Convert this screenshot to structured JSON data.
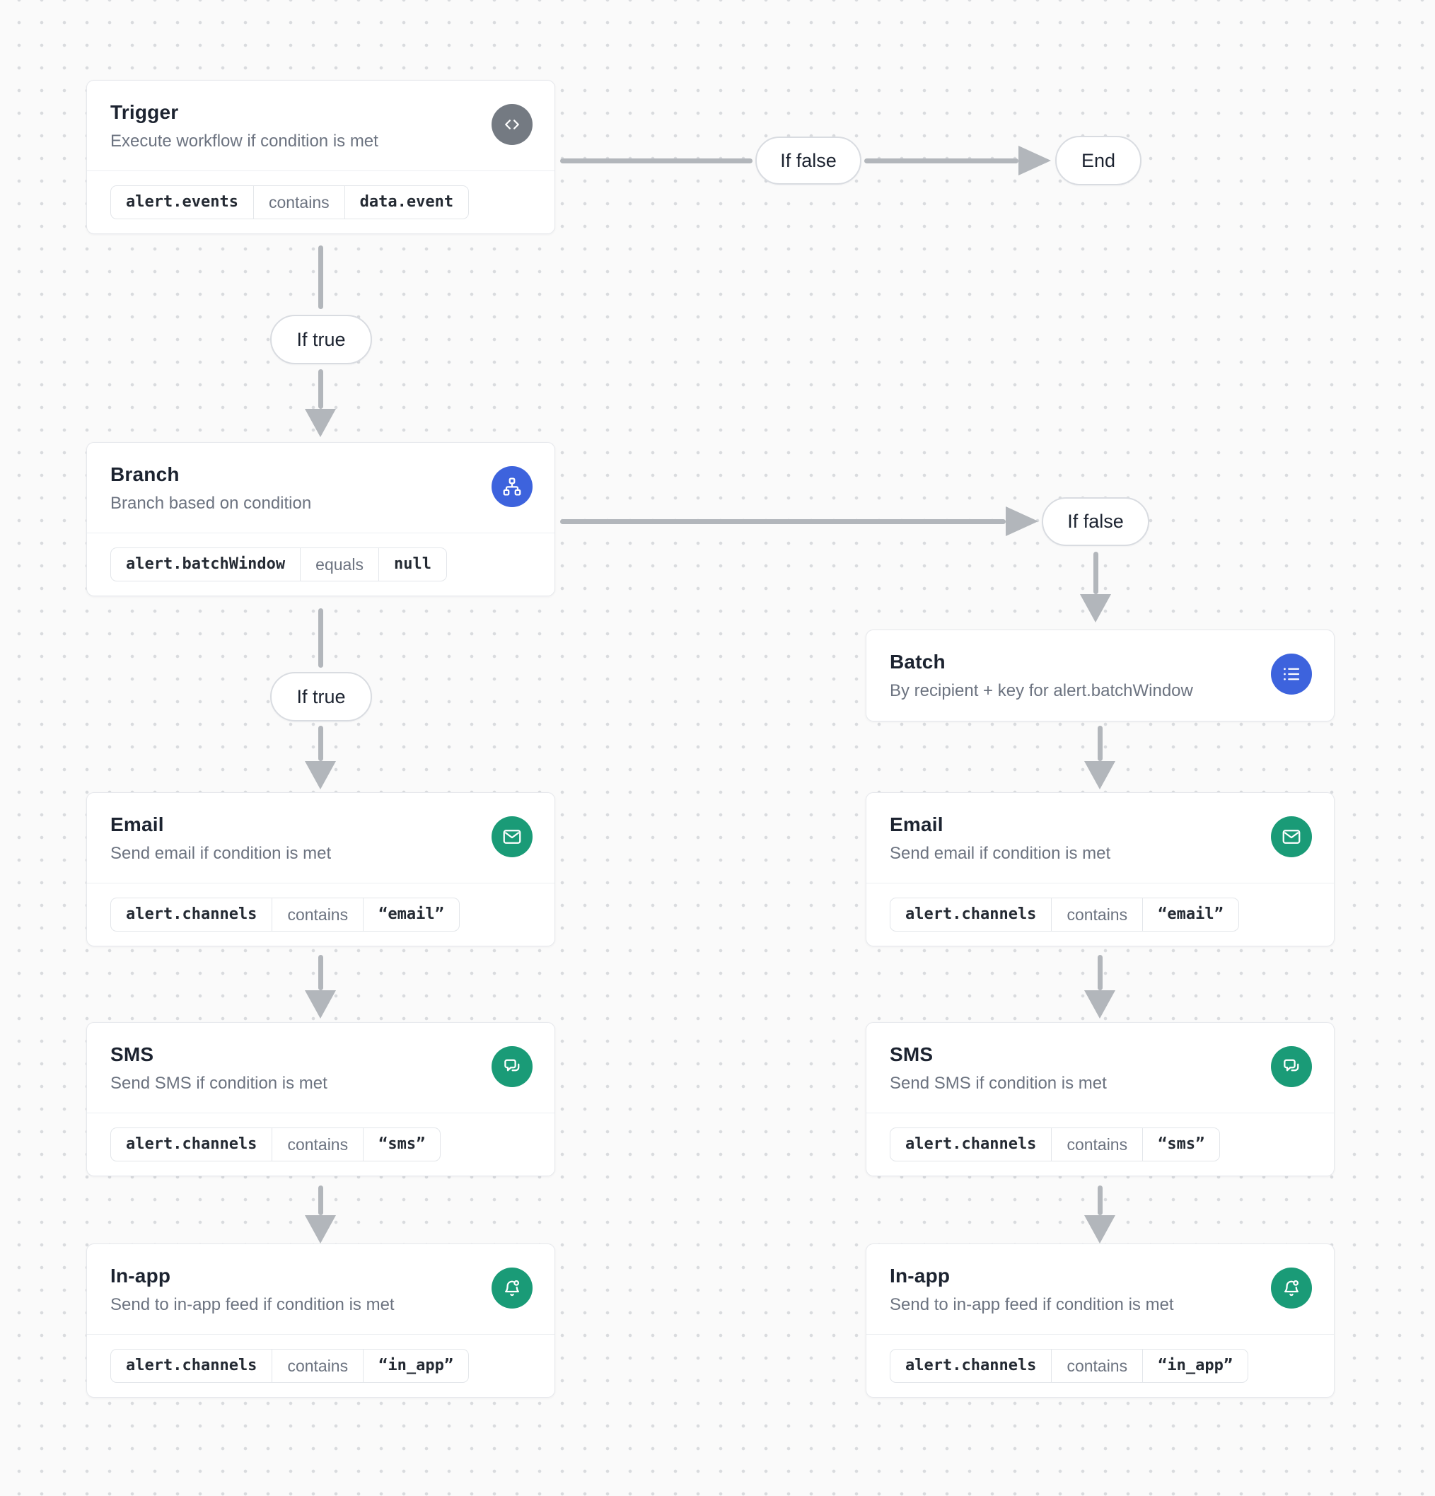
{
  "canvas": {
    "background": "#fafafa",
    "dot_color": "#d9dbde"
  },
  "colors": {
    "arrow": "#b2b6bb",
    "node_border": "#e6e8ec",
    "trigger_icon_bg": "#747a82",
    "branch_icon_bg": "#3d63dd",
    "batch_icon_bg": "#3d63dd",
    "channel_icon_bg": "#1a9b77"
  },
  "connectors": {
    "if_true": "If true",
    "if_false": "If false",
    "end": "End"
  },
  "nodes": [
    {
      "id": "trigger",
      "title": "Trigger",
      "subtitle": "Execute workflow if condition is met",
      "icon": "code-icon",
      "condition": {
        "field": "alert.events",
        "operator": "contains",
        "value": "data.event"
      }
    },
    {
      "id": "branch",
      "title": "Branch",
      "subtitle": "Branch based on condition",
      "icon": "branch-icon",
      "condition": {
        "field": "alert.batchWindow",
        "operator": "equals",
        "value": "null"
      }
    },
    {
      "id": "batch",
      "title": "Batch",
      "subtitle": "By recipient + key for alert.batchWindow",
      "icon": "list-icon"
    },
    {
      "id": "email-left",
      "title": "Email",
      "subtitle": "Send email if condition is met",
      "icon": "mail-icon",
      "condition": {
        "field": "alert.channels",
        "operator": "contains",
        "value": "“email”"
      }
    },
    {
      "id": "sms-left",
      "title": "SMS",
      "subtitle": "Send SMS if condition is met",
      "icon": "chat-icon",
      "condition": {
        "field": "alert.channels",
        "operator": "contains",
        "value": "“sms”"
      }
    },
    {
      "id": "inapp-left",
      "title": "In-app",
      "subtitle": "Send to in-app feed if condition is met",
      "icon": "bell-icon",
      "condition": {
        "field": "alert.channels",
        "operator": "contains",
        "value": "“in_app”"
      }
    },
    {
      "id": "email-right",
      "title": "Email",
      "subtitle": "Send email if condition is met",
      "icon": "mail-icon",
      "condition": {
        "field": "alert.channels",
        "operator": "contains",
        "value": "“email”"
      }
    },
    {
      "id": "sms-right",
      "title": "SMS",
      "subtitle": "Send SMS if condition is met",
      "icon": "chat-icon",
      "condition": {
        "field": "alert.channels",
        "operator": "contains",
        "value": "“sms”"
      }
    },
    {
      "id": "inapp-right",
      "title": "In-app",
      "subtitle": "Send to in-app feed if condition is met",
      "icon": "bell-icon",
      "condition": {
        "field": "alert.channels",
        "operator": "contains",
        "value": "“in_app”"
      }
    }
  ]
}
